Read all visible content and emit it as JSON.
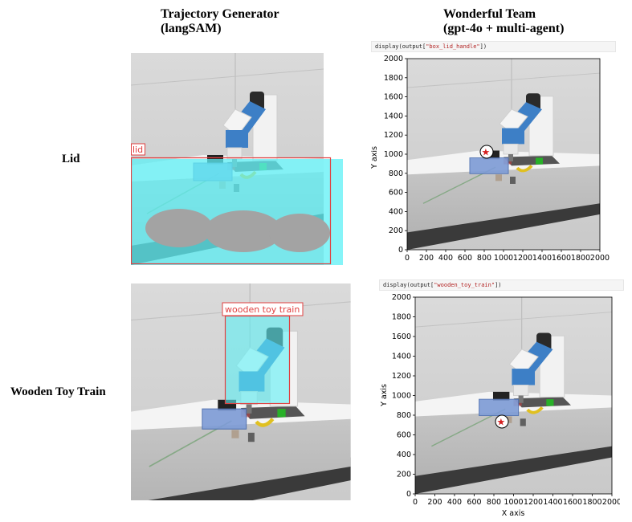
{
  "headers": {
    "left_line1": "Trajectory Generator",
    "left_line2": "(langSAM)",
    "right_line1": "Wonderful Team",
    "right_line2": "(gpt-4o + multi-agent)"
  },
  "rows": [
    {
      "label": "Lid",
      "segment_label": "lid",
      "code_prefix": "display(output[",
      "code_key": "\"box_lid_handle\"",
      "code_suffix": "])"
    },
    {
      "label": "Wooden Toy Train",
      "segment_label": "wooden toy train",
      "code_prefix": "display(output[",
      "code_key": "\"wooden_toy_train\"",
      "code_suffix": "])"
    }
  ],
  "plot": {
    "xlabel": "X axis",
    "ylabel": "Y axis",
    "ticks": [
      "0",
      "200",
      "400",
      "600",
      "800",
      "1000",
      "1200",
      "1400",
      "1600",
      "1800",
      "2000"
    ]
  },
  "colors": {
    "mask": "#5ef0f5",
    "bbox": "#e04040",
    "robot_blue": "#3d7fc6",
    "marker": "#d42020"
  },
  "icons": {
    "marker": "star-marker-icon"
  }
}
